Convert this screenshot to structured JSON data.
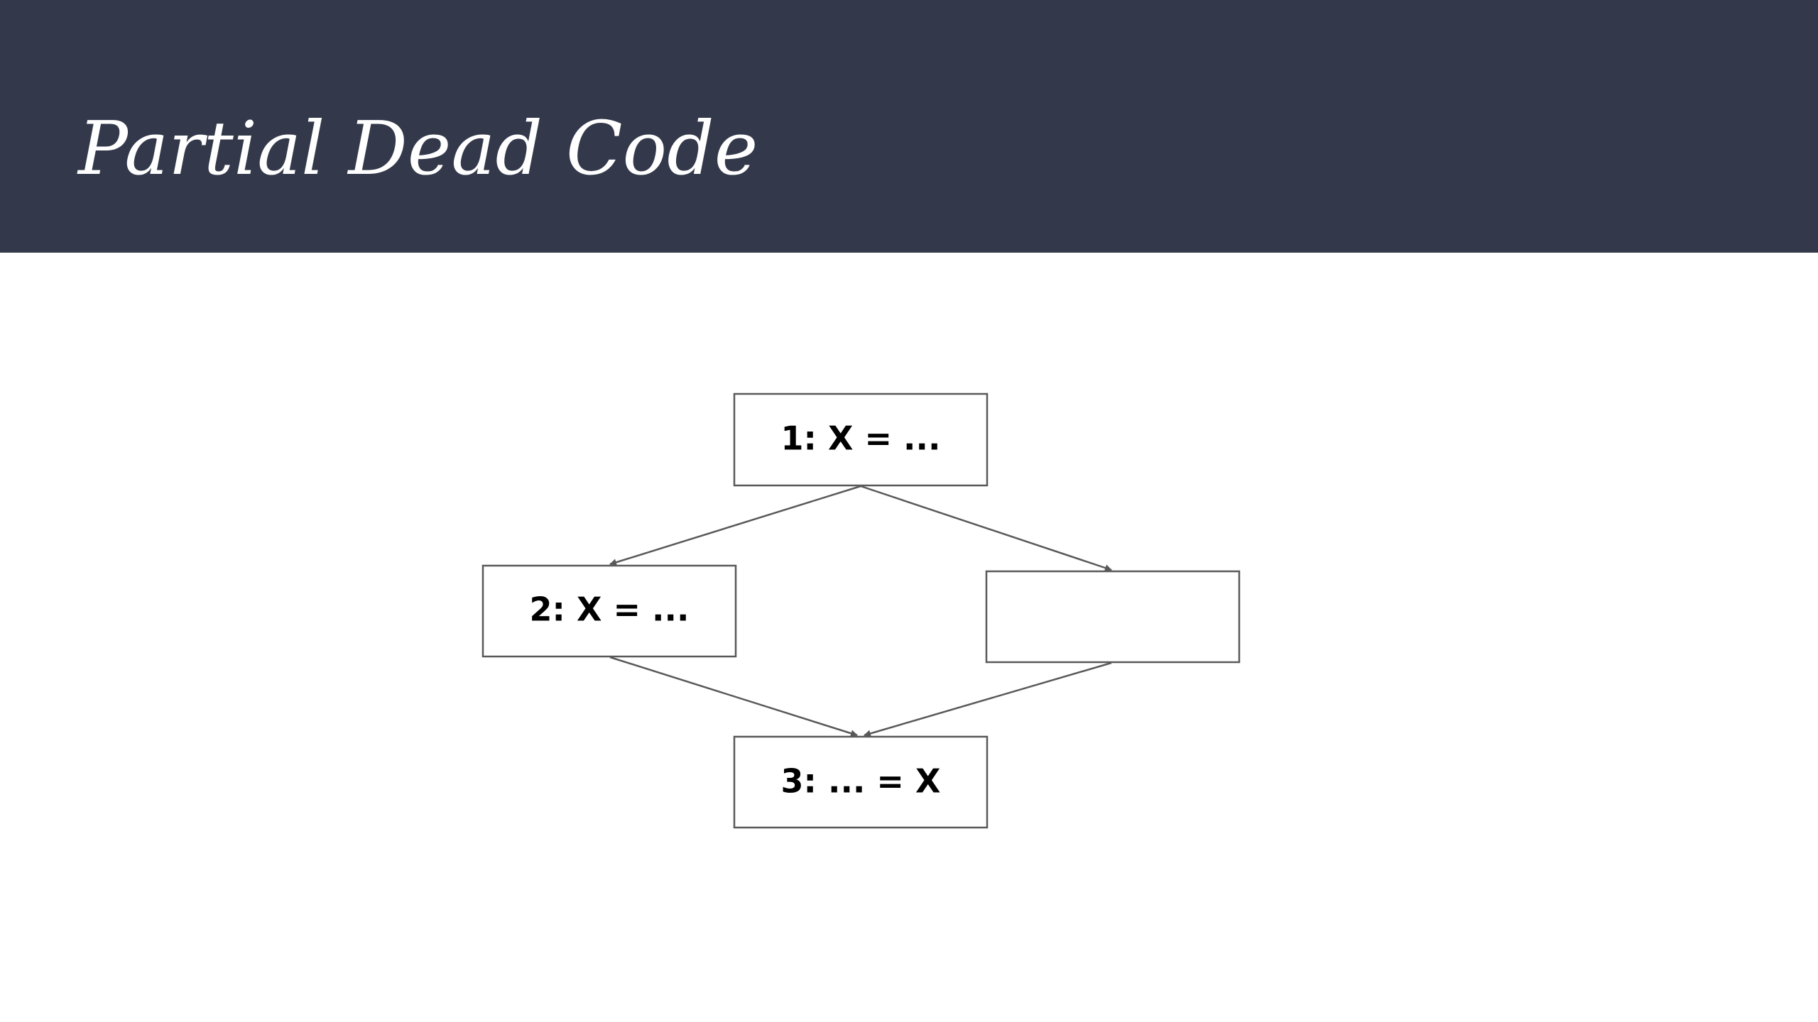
{
  "slide": {
    "title": "Partial Dead Code",
    "header_color": "#33394b"
  },
  "diagram": {
    "nodes": [
      {
        "id": "1",
        "label": "1: X = ..."
      },
      {
        "id": "2",
        "label": "2: X = ..."
      },
      {
        "id": "empty",
        "label": ""
      },
      {
        "id": "3",
        "label": "3: ... = X"
      }
    ],
    "edges": [
      {
        "from": "1",
        "to": "2"
      },
      {
        "from": "1",
        "to": "empty"
      },
      {
        "from": "2",
        "to": "3"
      },
      {
        "from": "empty",
        "to": "3"
      }
    ],
    "line_color": "#595959"
  }
}
